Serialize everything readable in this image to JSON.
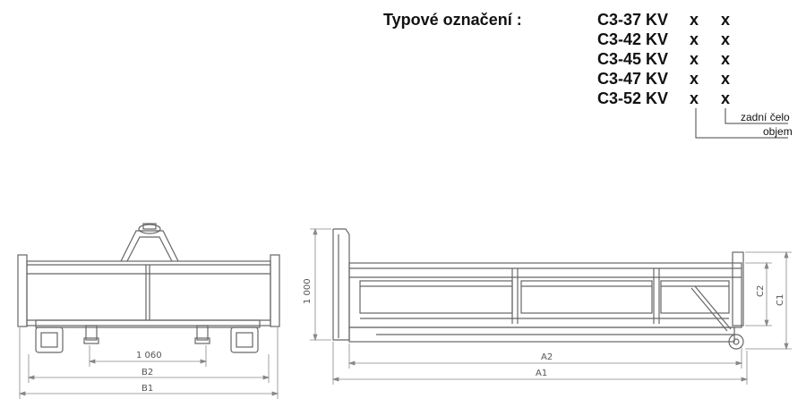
{
  "header": {
    "title": "Typové označení :",
    "models": [
      {
        "code": "C3-37 KV",
        "mark1": "x",
        "mark2": "x"
      },
      {
        "code": "C3-42 KV",
        "mark1": "x",
        "mark2": "x"
      },
      {
        "code": "C3-45 KV",
        "mark1": "x",
        "mark2": "x"
      },
      {
        "code": "C3-47 KV",
        "mark1": "x",
        "mark2": "x"
      },
      {
        "code": "C3-52 KV",
        "mark1": "x",
        "mark2": "x"
      }
    ],
    "legend_rear": "zadní čelo",
    "legend_volume": "objem"
  },
  "dimensions": {
    "front_1060": "1 060",
    "b2": "B2",
    "b1": "B1",
    "height_1000": "1 000",
    "a2": "A2",
    "a1": "A1",
    "c2": "C2",
    "c1": "C1"
  }
}
